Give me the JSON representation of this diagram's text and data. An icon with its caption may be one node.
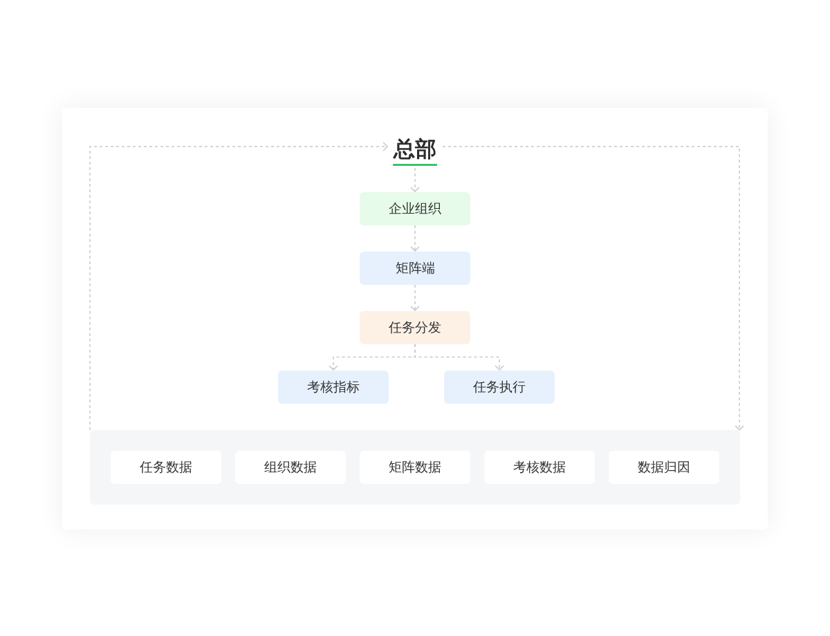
{
  "diagram": {
    "nodes": [
      {
        "text": [
          "总部"
        ]
      },
      {
        "text": [
          "企业组织"
        ]
      },
      {
        "text": [
          "矩阵端"
        ]
      },
      {
        "text": [
          "任务分发"
        ]
      },
      {
        "text": [
          "考核指标"
        ]
      },
      {
        "text": [
          "任务执行"
        ]
      },
      {
        "text": [],
        "shape": "box"
      },
      {
        "text": [
          "任务数据"
        ],
        "in": 6
      },
      {
        "text": [
          "组织数据"
        ],
        "in": 6
      },
      {
        "text": [
          "矩阵数据"
        ],
        "in": 6
      },
      {
        "text": [
          "考核数据"
        ],
        "in": 6
      },
      {
        "text": [
          "数据归因"
        ],
        "in": 6
      }
    ],
    "edges": [
      {
        "from": 0,
        "to": 1,
        "arrow": "to"
      },
      {
        "from": 1,
        "to": 2,
        "arrow": "to"
      },
      {
        "from": 2,
        "to": 3,
        "arrow": "to"
      },
      {
        "from": 3,
        "to": 4,
        "arrow": "to"
      },
      {
        "from": 3,
        "to": 5,
        "arrow": "to"
      },
      {
        "from": 6,
        "to": 0,
        "arrow": "to"
      },
      {
        "from": 0,
        "to": 6,
        "arrow": "to"
      }
    ]
  }
}
